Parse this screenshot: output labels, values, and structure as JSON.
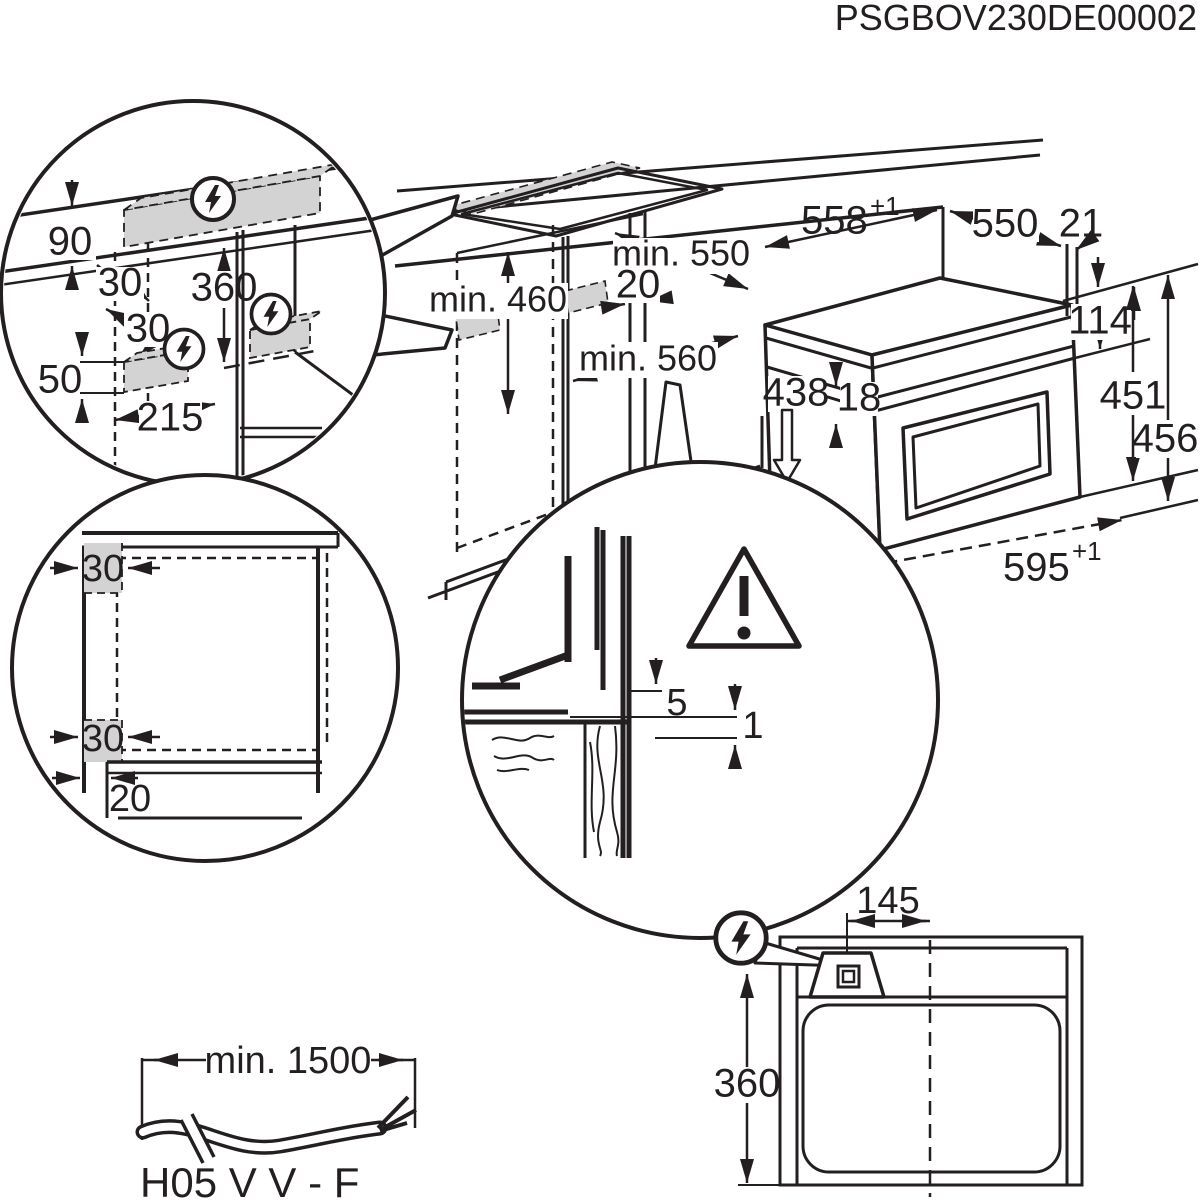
{
  "header": {
    "code": "PSGBOV230DE00002"
  },
  "colors": {
    "line": "#231f20",
    "gray_fill": "#d3d3d3",
    "background": "#ffffff"
  },
  "top_detail": {
    "d90": "90",
    "d30_top": "30",
    "d360": "360",
    "d30_mid": "30",
    "d50": "50",
    "d215": "215"
  },
  "cabinet": {
    "min550": "min. 550",
    "d20": "20",
    "min460": "min. 460",
    "min560": "min. 560"
  },
  "oven": {
    "d558": "558",
    "d558_sup": "+1",
    "d550": "550",
    "d21": "21",
    "d18": "18",
    "d114": "114",
    "d438": "438",
    "d451": "451",
    "d456": "456",
    "d595": "595",
    "d595_sup": "+1"
  },
  "side_detail": {
    "d30_top": "30",
    "d30_bottom": "30",
    "d20": "20"
  },
  "gap_detail": {
    "d5": "5",
    "d1": "1"
  },
  "rear_view": {
    "d145": "145",
    "d360": "360"
  },
  "cable": {
    "min1500": "min. 1500",
    "type": "H05 V V - F"
  },
  "icons": {
    "lightning": "electrical-connection",
    "warning": "caution-warning"
  }
}
